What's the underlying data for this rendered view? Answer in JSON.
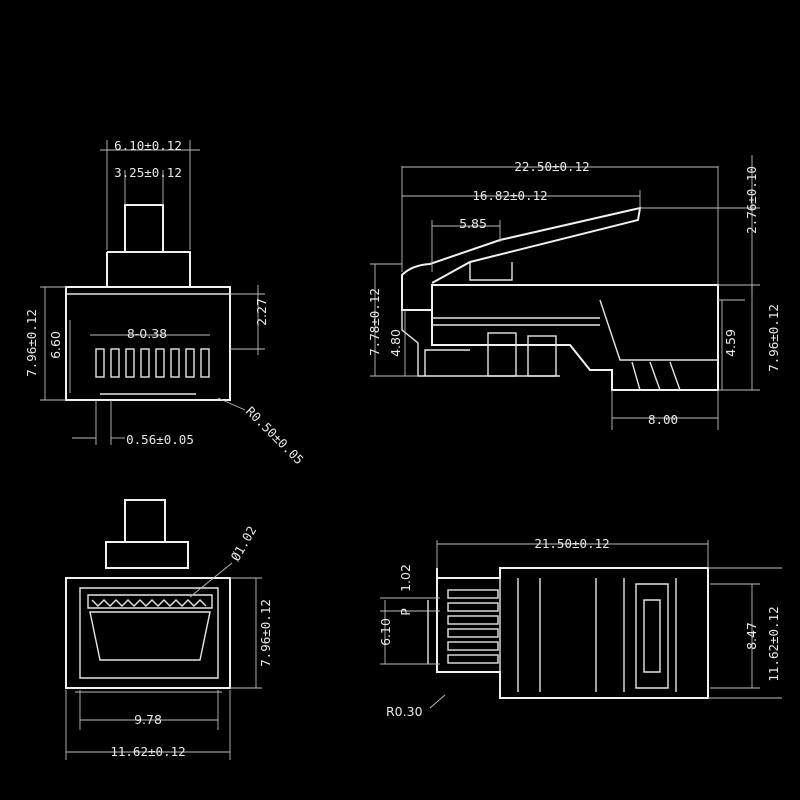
{
  "colors": {
    "background": "#000000",
    "line": "#e6e6e6"
  },
  "front_view": {
    "width_total": "6.10±0.12",
    "latch_width": "3.25±0.12",
    "height_total": "7.96±0.12",
    "body_height": "6.60",
    "pin_offset": "2.27",
    "pins": "8-0.38",
    "pin_pitch": "0.56±0.05",
    "corner_radius": "R0.50±0.05"
  },
  "side_view": {
    "length_total": "22.50±0.12",
    "body_length": "16.82±0.12",
    "latch_start": "5.85",
    "latch_height": "2.76±0.10",
    "front_height": "7.78±0.12",
    "lower_height": "4.80",
    "inner_height": "4.59",
    "height_total": "7.96±0.12",
    "boot_length": "8.00"
  },
  "rear_view": {
    "hole_dia": "Ø1.02",
    "height_total": "7.96±0.12",
    "opening_width": "9.78",
    "width_total": "11.62±0.12"
  },
  "top_view": {
    "length_total": "21.50±0.12",
    "pin_width": "1.02",
    "pitch_label": "P",
    "pins_span": "6.10",
    "inner_width": "8.47",
    "width_total": "11.62±0.12",
    "corner_radius": "R0.30"
  }
}
